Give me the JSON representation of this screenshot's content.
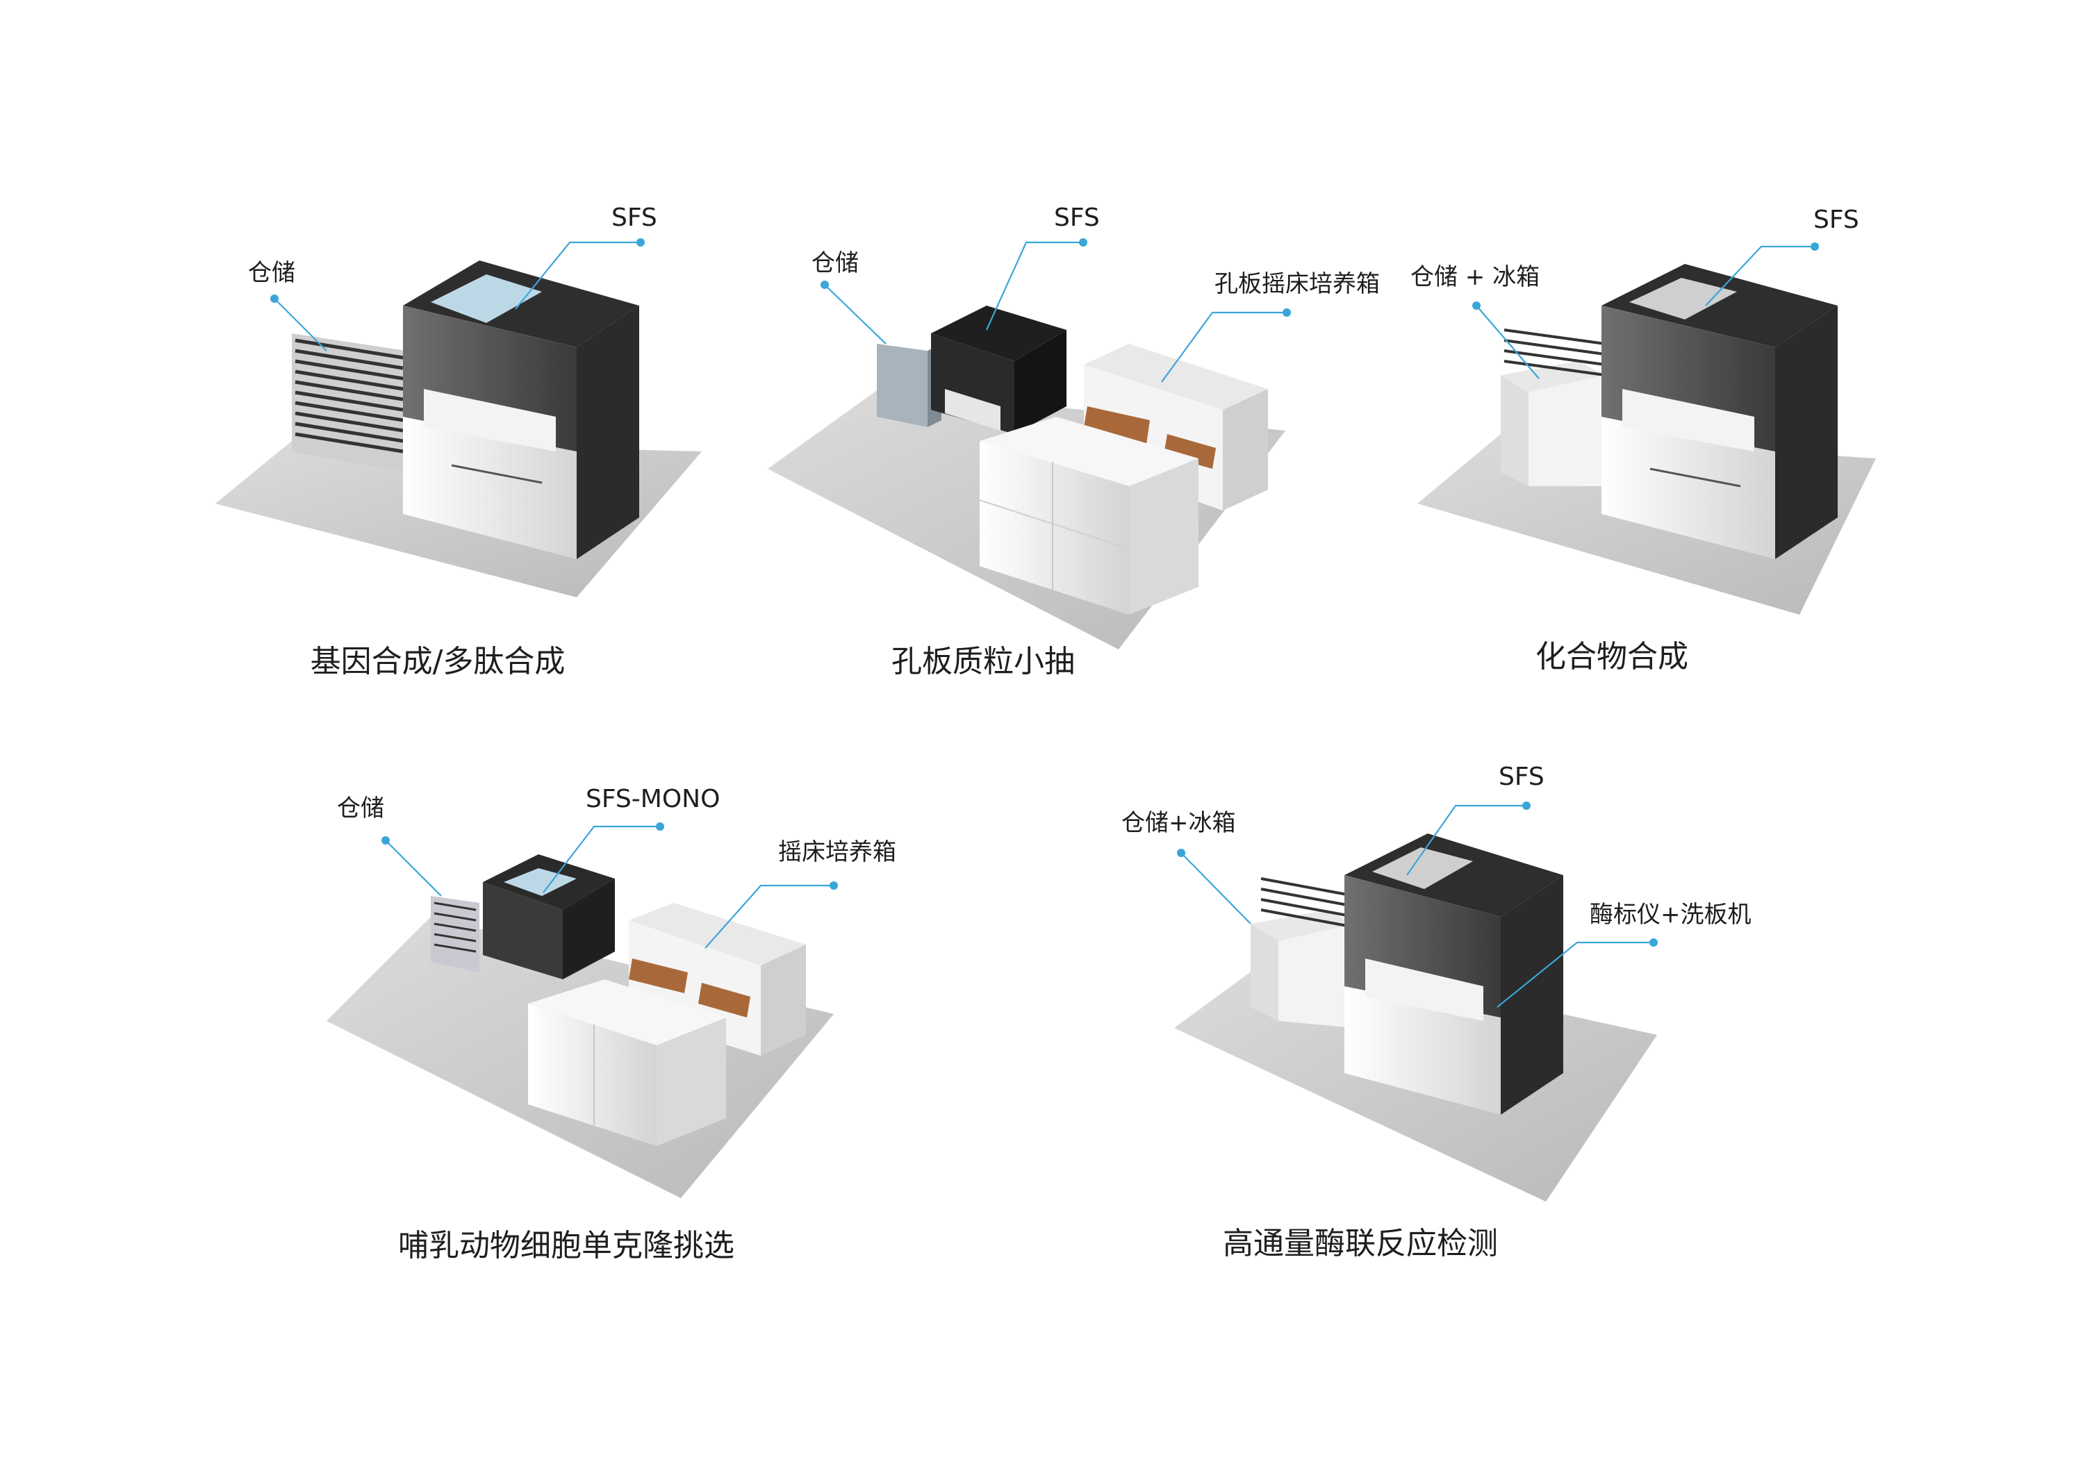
{
  "colors": {
    "accent": "#3aa6d8",
    "floor": "#c6c6c6",
    "unit_dark": "#3c3c3c",
    "unit_light": "#eeeeee",
    "tray": "#a9683a"
  },
  "configs": [
    {
      "caption": "基因合成/多肽合成",
      "labels": {
        "storage": "仓储",
        "sfs": "SFS"
      }
    },
    {
      "caption": "孔板质粒小抽",
      "labels": {
        "storage": "仓储",
        "sfs": "SFS",
        "shaker": "孔板摇床培养箱"
      }
    },
    {
      "caption": "化合物合成",
      "labels": {
        "storage": "仓储 + 冰箱",
        "sfs": "SFS"
      }
    },
    {
      "caption": "哺乳动物细胞单克隆挑选",
      "labels": {
        "storage": "仓储",
        "sfs": "SFS-MONO",
        "shaker": "摇床培养箱"
      }
    },
    {
      "caption": "高通量酶联反应检测",
      "labels": {
        "storage": "仓储+冰箱",
        "sfs": "SFS",
        "reader": "酶标仪+洗板机"
      }
    }
  ]
}
